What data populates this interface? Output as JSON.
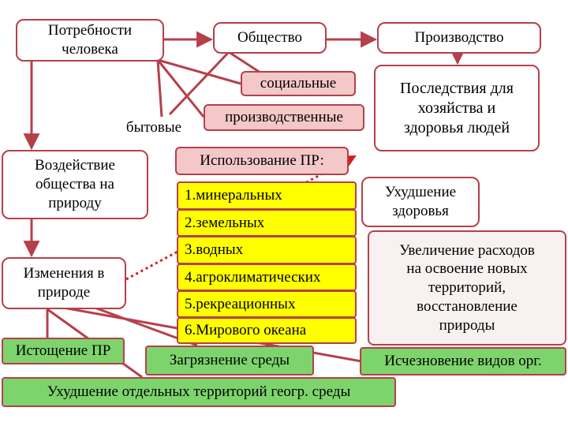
{
  "colors": {
    "line": "#b5404a",
    "dotted": "#d61e1e",
    "pink": "#f4c8c8",
    "yellow": "#ffff00",
    "green": "#7ed46c"
  },
  "nodes": {
    "needs": "Потребности\nчеловека",
    "society": "Общество",
    "production": "Производство",
    "social": "социальные",
    "productive": "производственные",
    "household": "бытовые",
    "consequences": "Последствия для\nхозяйства и\nздоровья людей",
    "impact": "Воздействие\nобщества на\nприроду",
    "nr_use": "Использование ПР:",
    "resources": [
      "1.минеральных",
      "2.земельных",
      "3.водных",
      "4.агроклиматических",
      "5.рекреационных",
      "6.Мирового океана"
    ],
    "health": "Ухудшение\nздоровья",
    "costs": "Увеличение расходов\nна освоение новых\nтерриторий,\nвосстановление\nприроды",
    "changes": "Изменения в\nприроде",
    "depletion": "Истощение ПР",
    "pollution": "Загрязнение среды",
    "extinction": "Исчезновение видов орг.",
    "degradation": "Ухудшение отдельных территорий геогр. среды"
  }
}
